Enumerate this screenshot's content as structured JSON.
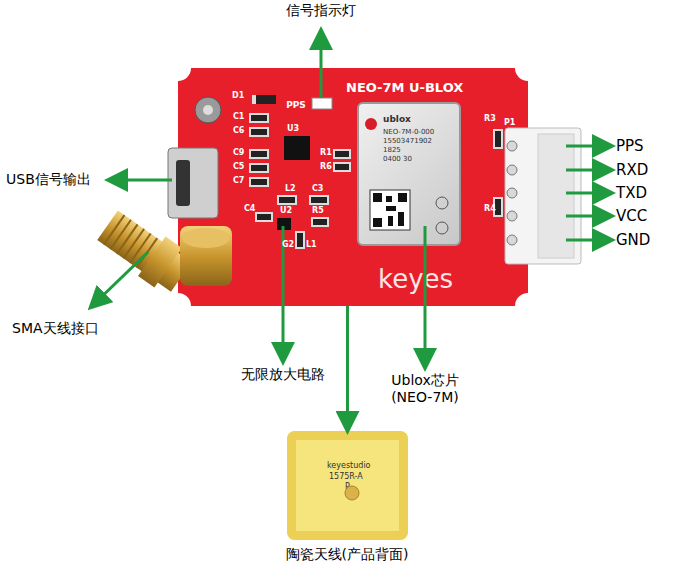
{
  "diagram": {
    "nodes": [
      {
        "text": [
          "NEO-7M U-BLOX",
          "keyes"
        ]
      },
      {
        "text": [
          "ublox",
          "NEO-7M-0-000",
          "15503471902",
          "1825",
          "0400 30"
        ],
        "in": 0
      },
      {
        "text": [
          "keyestudio",
          "1575R-A",
          "P"
        ]
      }
    ],
    "edges": [
      {
        "from": 0,
        "to": 2,
        "arrow": "to"
      }
    ],
    "labels": [
      "信号指示灯",
      "USB信号输出",
      "SMA天线接口",
      "无限放大电路",
      "Ublox芯片 (NEO-7M)",
      "陶瓷天线(产品背面)",
      "PPS",
      "RXD",
      "TXD",
      "VCC",
      "GND",
      "PPS",
      "D1",
      "C1",
      "C6",
      "C9",
      "C5",
      "C7",
      "U3",
      "R1",
      "R6",
      "L2",
      "C3",
      "C4",
      "U2",
      "R5",
      "G2",
      "L1",
      "R3",
      "P1",
      "R4"
    ]
  }
}
